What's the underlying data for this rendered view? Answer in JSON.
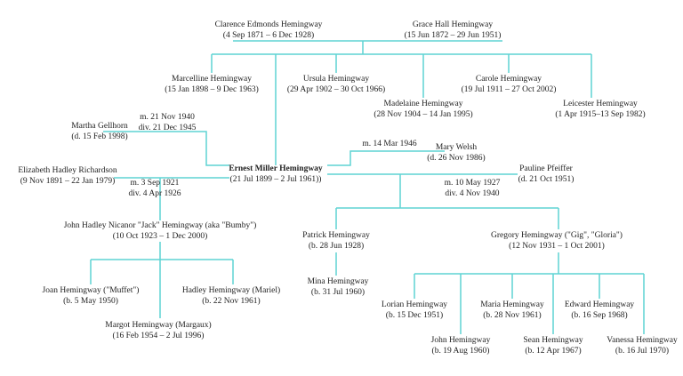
{
  "colors": {
    "line": "#5fd3d3",
    "text": "#222222",
    "background": "#ffffff"
  },
  "people": {
    "clarence": {
      "name": "Clarence Edmonds Hemingway",
      "dates": "(4 Sep 1871 – 6 Dec 1928)"
    },
    "grace": {
      "name": "Grace Hall Hemingway",
      "dates": "(15 Jun 1872 – 29 Jun 1951)"
    },
    "marcelline": {
      "name": "Marcelline Hemingway",
      "dates": "(15 Jan 1898 – 9 Dec 1963)"
    },
    "ursula": {
      "name": "Ursula Hemingway",
      "dates": "(29 Apr 1902 – 30 Oct 1966)"
    },
    "carole": {
      "name": "Carole Hemingway",
      "dates": "(19 Jul 1911 – 27 Oct 2002)"
    },
    "madelaine": {
      "name": "Madelaine Hemingway",
      "dates": "(28 Nov 1904 – 14 Jan 1995)"
    },
    "leicester": {
      "name": "Leicester Hemingway",
      "dates": "(1 Apr 1915–13 Sep 1982)"
    },
    "martha": {
      "name": "Martha Gellhorn",
      "dates": "(d. 15 Feb 1998)"
    },
    "ernest": {
      "name": "Ernest Miller Hemingway",
      "dates": "(21 Jul 1899 – 2 Jul 1961))"
    },
    "mary": {
      "name": "Mary Welsh",
      "dates": "(d. 26 Nov 1986)"
    },
    "elizabeth": {
      "name": "Elizabeth Hadley Richardson",
      "dates": "(9 Nov 1891 – 22 Jan 1979)"
    },
    "pauline": {
      "name": "Pauline Pfeiffer",
      "dates": "(d. 21 Oct 1951)"
    },
    "jack": {
      "name": "John Hadley Nicanor \"Jack\" Hemingway (aka \"Bumby\")",
      "dates": "(10 Oct 1923 – 1 Dec 2000)"
    },
    "patrick": {
      "name": "Patrick Hemingway",
      "dates": "(b. 28 Jun 1928)"
    },
    "gregory": {
      "name": "Gregory Hemingway (\"Gig\", \"Gloria\")",
      "dates": "(12 Nov 1931 – 1 Oct 2001)"
    },
    "mina": {
      "name": "Mina Hemingway",
      "dates": "(b. 31 Jul 1960)"
    },
    "joan": {
      "name": "Joan Hemingway (\"Muffet\")",
      "dates": "(b. 5 May 1950)"
    },
    "hadley": {
      "name": "Hadley Hemingway (Mariel)",
      "dates": "(b. 22 Nov 1961)"
    },
    "margot": {
      "name": "Margot Hemingway (Margaux)",
      "dates": "(16 Feb 1954 – 2 Jul 1996)"
    },
    "lorian": {
      "name": "Lorian Hemingway",
      "dates": "(b. 15 Dec 1951)"
    },
    "maria": {
      "name": "Maria Hemingway",
      "dates": "(b. 28 Nov 1961)"
    },
    "edward": {
      "name": "Edward Hemingway",
      "dates": "(b. 16 Sep 1968)"
    },
    "john": {
      "name": "John Hemingway",
      "dates": "(b. 19 Aug 1960)"
    },
    "sean": {
      "name": "Sean Hemingway",
      "dates": "(b. 12 Apr 1967)"
    },
    "vanessa": {
      "name": "Vanessa Hemingway",
      "dates": "(b. 16 Jul 1970)"
    }
  },
  "marriages": {
    "martha": {
      "married": "m. 21 Nov 1940",
      "divorced": "div. 21 Dec 1945"
    },
    "mary": {
      "married": "m. 14 Mar 1946"
    },
    "elizabeth": {
      "married": "m. 3 Sep 1921",
      "divorced": "div. 4 Apr 1926"
    },
    "pauline": {
      "married": "m. 10 May 1927",
      "divorced": "div. 4 Nov 1940"
    }
  }
}
